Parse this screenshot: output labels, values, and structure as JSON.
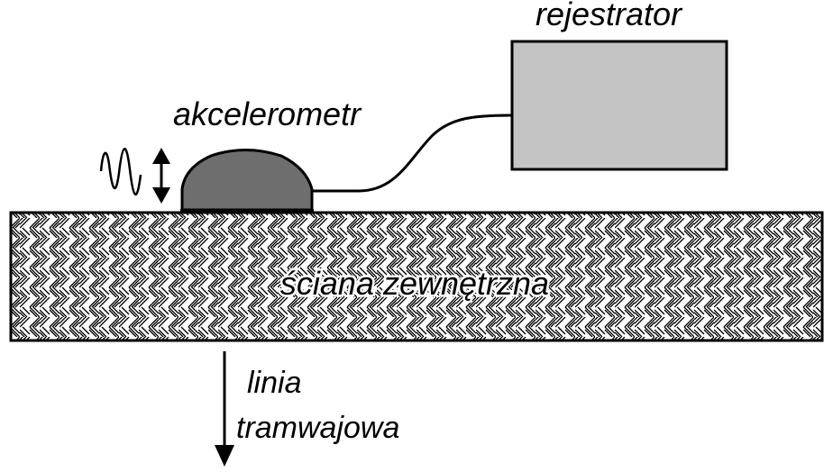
{
  "labels": {
    "recorder": "rejestrator",
    "accelerometer": "akcelerometr",
    "wall": "ściana zewnętrzna",
    "tram_line_1": "linia",
    "tram_line_2": "tramwajowa"
  },
  "icons": {
    "vibration": "vibration-wave-icon",
    "vertical_motion": "double-arrow-vertical-icon",
    "direction": "arrow-down-icon"
  },
  "colors": {
    "recorder_fill": "#c4c4c4",
    "accelerometer_fill": "#6e6e6e",
    "stroke": "#000000",
    "background": "#ffffff"
  }
}
